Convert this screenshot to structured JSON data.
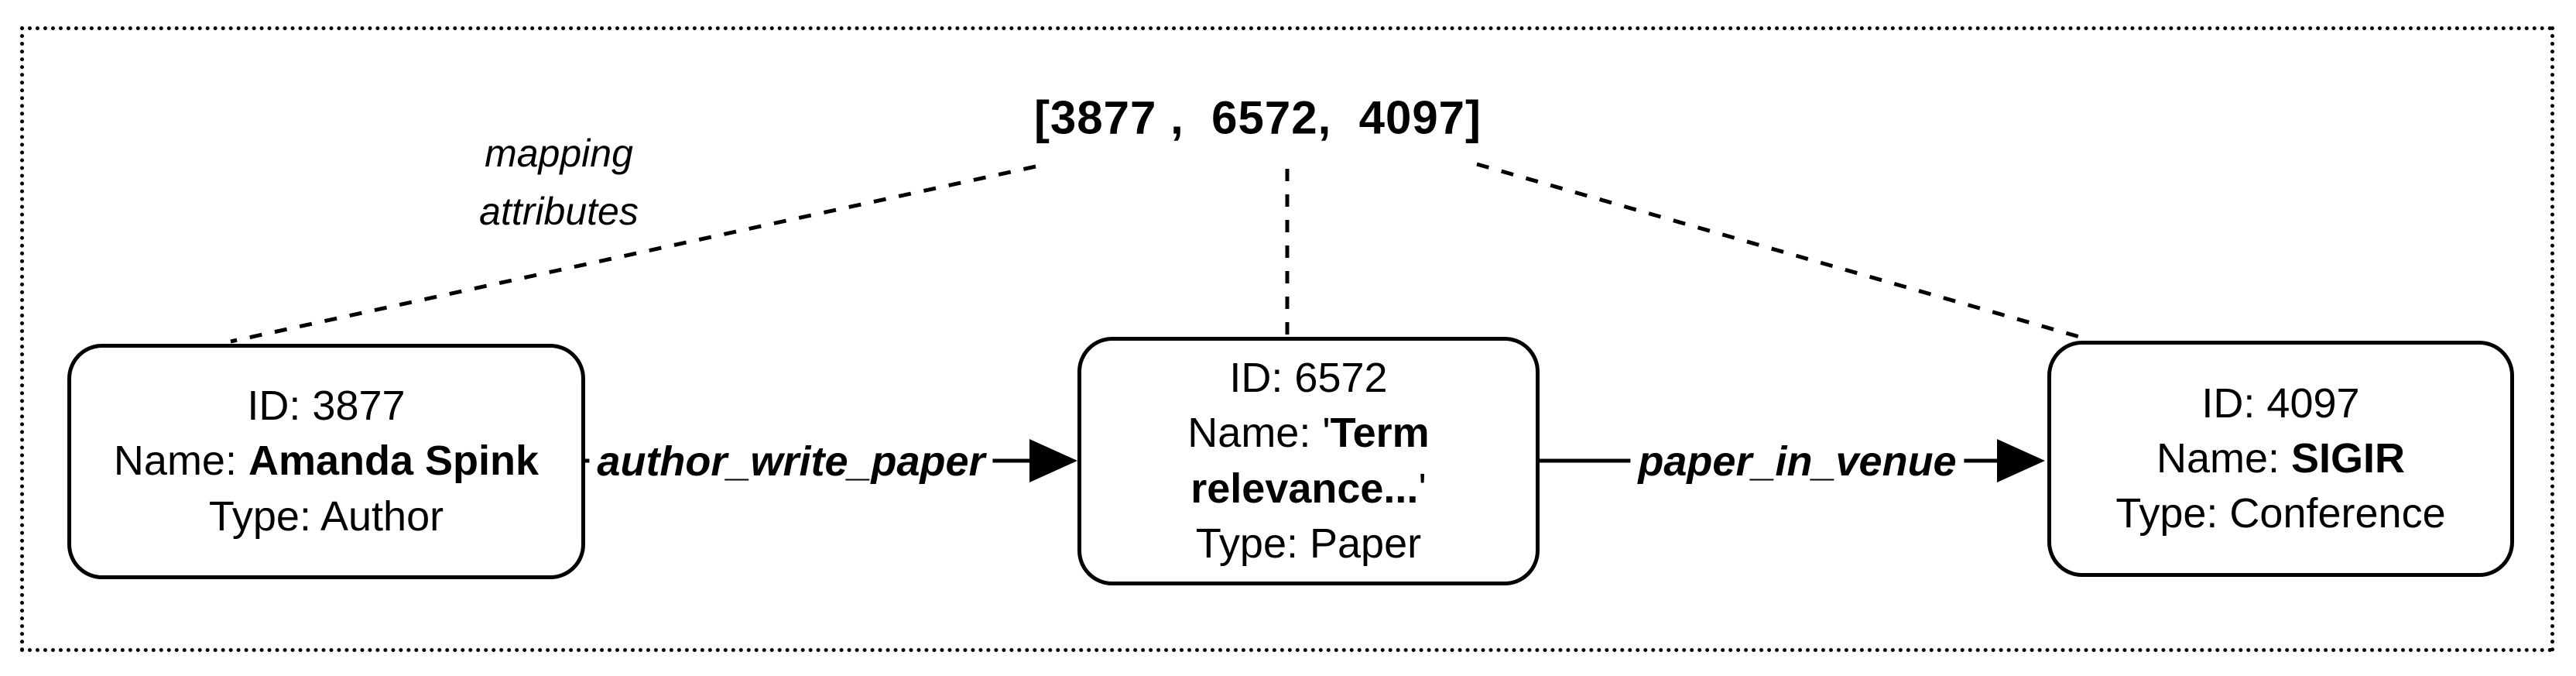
{
  "figure": {
    "array_label": "[3877 ,  6572,  4097]",
    "mapping_label": "mapping\nattributes",
    "nodes": [
      {
        "id_line": "ID: 3877",
        "name_prefix": "Name: ",
        "name_bold": "Amanda Spink",
        "name_suffix": "",
        "type_line": "Type: Author"
      },
      {
        "id_line": "ID: 6572",
        "name_prefix": "Name: '",
        "name_bold": "Term relevance...",
        "name_suffix": "'",
        "type_line": "Type: Paper"
      },
      {
        "id_line": "ID: 4097",
        "name_prefix": "Name: ",
        "name_bold": "SIGIR",
        "name_suffix": "",
        "type_line": "Type: Conference"
      }
    ],
    "edges": [
      {
        "label": "author_write_paper"
      },
      {
        "label": "paper_in_venue"
      }
    ],
    "colors": {
      "ink": "#000000",
      "background": "#ffffff"
    }
  }
}
